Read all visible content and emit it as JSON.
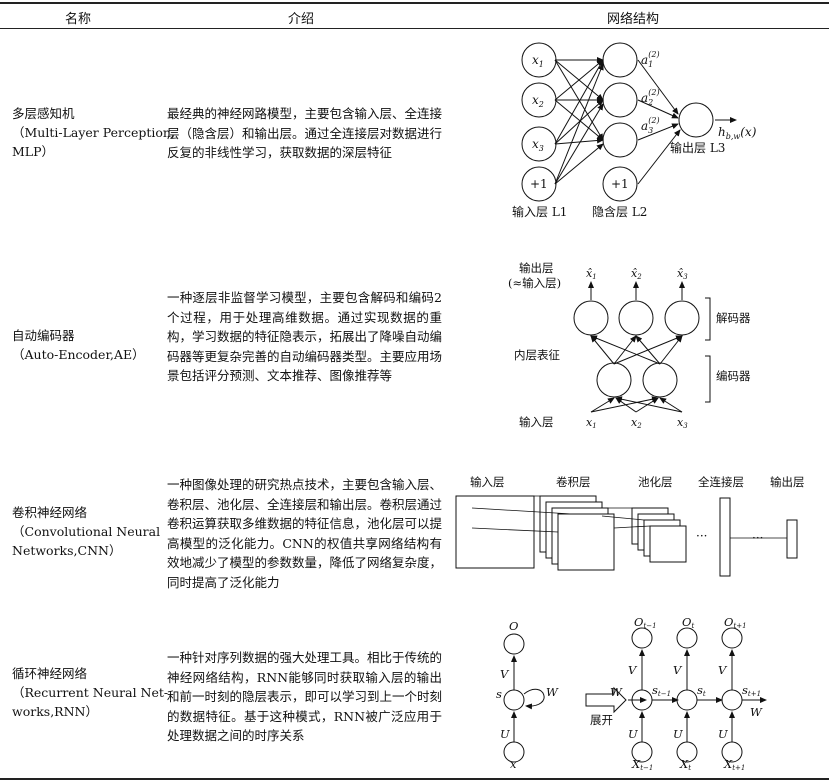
{
  "header": {
    "name": "名称",
    "intro": "介绍",
    "structure": "网络结构"
  },
  "rows": [
    {
      "name_cn": "多层感知机",
      "name_en1": "（Multi-Layer Perception,",
      "name_en2": "MLP）",
      "desc": "最经典的神经网路模型，主要包含输入层、全连接层（隐含层）和输出层。通过全连接层对数据进行反复的非线性学习，获取数据的深层特征"
    },
    {
      "name_cn": "自动编码器",
      "name_en1": "（Auto-Encoder,AE）",
      "desc": "一种逐层非监督学习模型，主要包含解码和编码2个过程，用于处理高维数据。通过实现数据的重构，学习数据的特征隐表示，拓展出了降噪自动编码器等更复杂完善的自动编码器类型。主要应用场景包括评分预测、文本推荐、图像推荐等"
    },
    {
      "name_cn": "卷积神经网络",
      "name_en1": "（Convolutional Neural",
      "name_en2": "Networks,CNN）",
      "desc": "一种图像处理的研究热点技术，主要包含输入层、卷积层、池化层、全连接层和输出层。卷积层通过卷积运算获取多维数据的特征信息，池化层可以提高模型的泛化能力。CNN的权值共享网络结构有效地减少了模型的参数数量，降低了网络复杂度，同时提高了泛化能力"
    },
    {
      "name_cn": "循环神经网络",
      "name_en1": "（Recurrent Neural Net-",
      "name_en2": "works,RNN）",
      "desc": "一种针对序列数据的强大处理工具。相比于传统的神经网络结构，RNN能够同时获取输入层的输出和前一时刻的隐层表示，即可以学习到上一个时刻的数据特征。基于这种模式，RNN被广泛应用于处理数据之间的时序关系"
    }
  ],
  "mlp": {
    "inputs": [
      "x",
      "x",
      "x",
      "+1"
    ],
    "input_subs": [
      "1",
      "2",
      "3",
      ""
    ],
    "hidden": [
      "a",
      "a",
      "a",
      "+1"
    ],
    "hidden_subs": [
      "1",
      "2",
      "3",
      ""
    ],
    "hidden_sup": "(2)",
    "output": "h",
    "output_sub": "b,w",
    "output_arg": "(x)",
    "label_in": "输入层 L1",
    "label_hidden": "隐含层 L2",
    "label_out": "输出层 L3"
  },
  "ae": {
    "out_label1": "输出层",
    "out_label2": "(≈输入层)",
    "mid_label": "内层表征",
    "in_label": "输入层",
    "decoder": "解码器",
    "encoder": "编码器",
    "xhat": [
      "x̂",
      "x̂",
      "x̂"
    ],
    "x": [
      "x",
      "x",
      "x"
    ],
    "subs": [
      "1",
      "2",
      "3"
    ]
  },
  "cnn": {
    "layers": [
      "输入层",
      "卷积层",
      "池化层",
      "全连接层",
      "输出层"
    ],
    "dots1": "···",
    "dots2": "···"
  },
  "rnn": {
    "O": "O",
    "V": "V",
    "W": "W",
    "s": "s",
    "U": "U",
    "x": "x",
    "unfold": "展开",
    "O_t": [
      "O",
      "O",
      "O"
    ],
    "O_subs": [
      "t−1",
      "t",
      "t+1"
    ],
    "s_t": [
      "s",
      "s",
      "s"
    ],
    "s_subs": [
      "t−1",
      "t",
      "t+1"
    ],
    "X_t": [
      "X",
      "X",
      "X"
    ],
    "X_subs": [
      "t−1",
      "t",
      "t+1"
    ]
  }
}
